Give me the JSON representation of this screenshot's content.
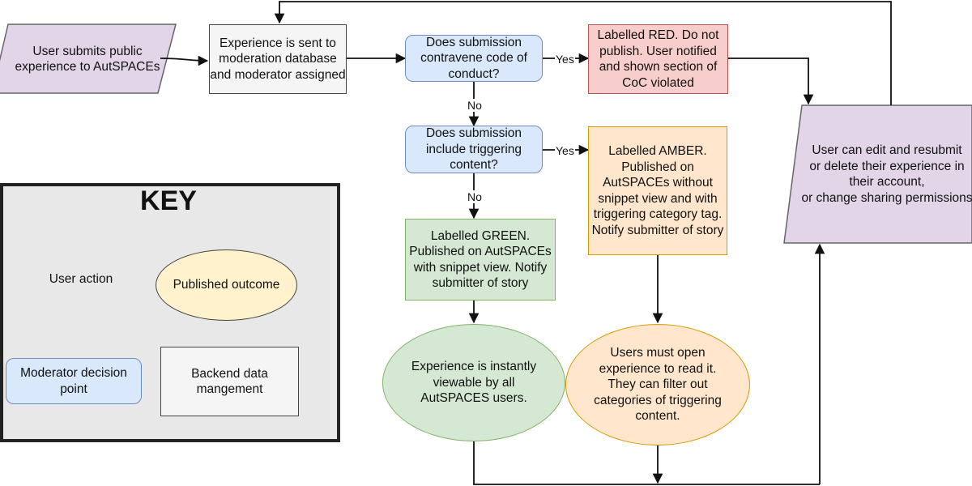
{
  "colors": {
    "purple": "#e1d5e7",
    "gray": "#f5f5f5",
    "blue": "#dae8fc",
    "red": "#f8cecc",
    "green": "#d5e8d4",
    "orange": "#ffe6cc",
    "yellow": "#fff2cc",
    "key_bg": "#e8e8e8"
  },
  "nodes": {
    "user_submits": "User submits public experience to AutSPACEs",
    "moderation_db": "Experience is sent to moderation database and moderator assigned",
    "q_code_of_conduct": "Does submission contravene code of conduct?",
    "labelled_red": "Labelled RED. Do not publish. User notified and shown section of CoC violated",
    "q_triggering": "Does submission include triggering content?",
    "labelled_amber": "Labelled AMBER. Published on AutSPACEs without snippet view and with triggering category tag. Notify submitter of story",
    "labelled_green": "Labelled GREEN. Published on AutSPACEs with snippet view. Notify submitter of story",
    "user_can_edit": "User can edit and resubmit\nor delete their experience in their account,\nor change sharing permissions",
    "instantly_viewable": "Experience is instantly viewable by all AutSPACES users.",
    "must_open": "Users must open experience to read it. They can filter out categories of triggering content."
  },
  "edge_labels": {
    "yes_1": "Yes",
    "no_1": "No",
    "yes_2": "Yes",
    "no_2": "No"
  },
  "key": {
    "title": "KEY",
    "user_action": "User action",
    "published_outcome": "Published outcome",
    "moderator_decision": "Moderator decision point",
    "backend": "Backend data mangement"
  }
}
